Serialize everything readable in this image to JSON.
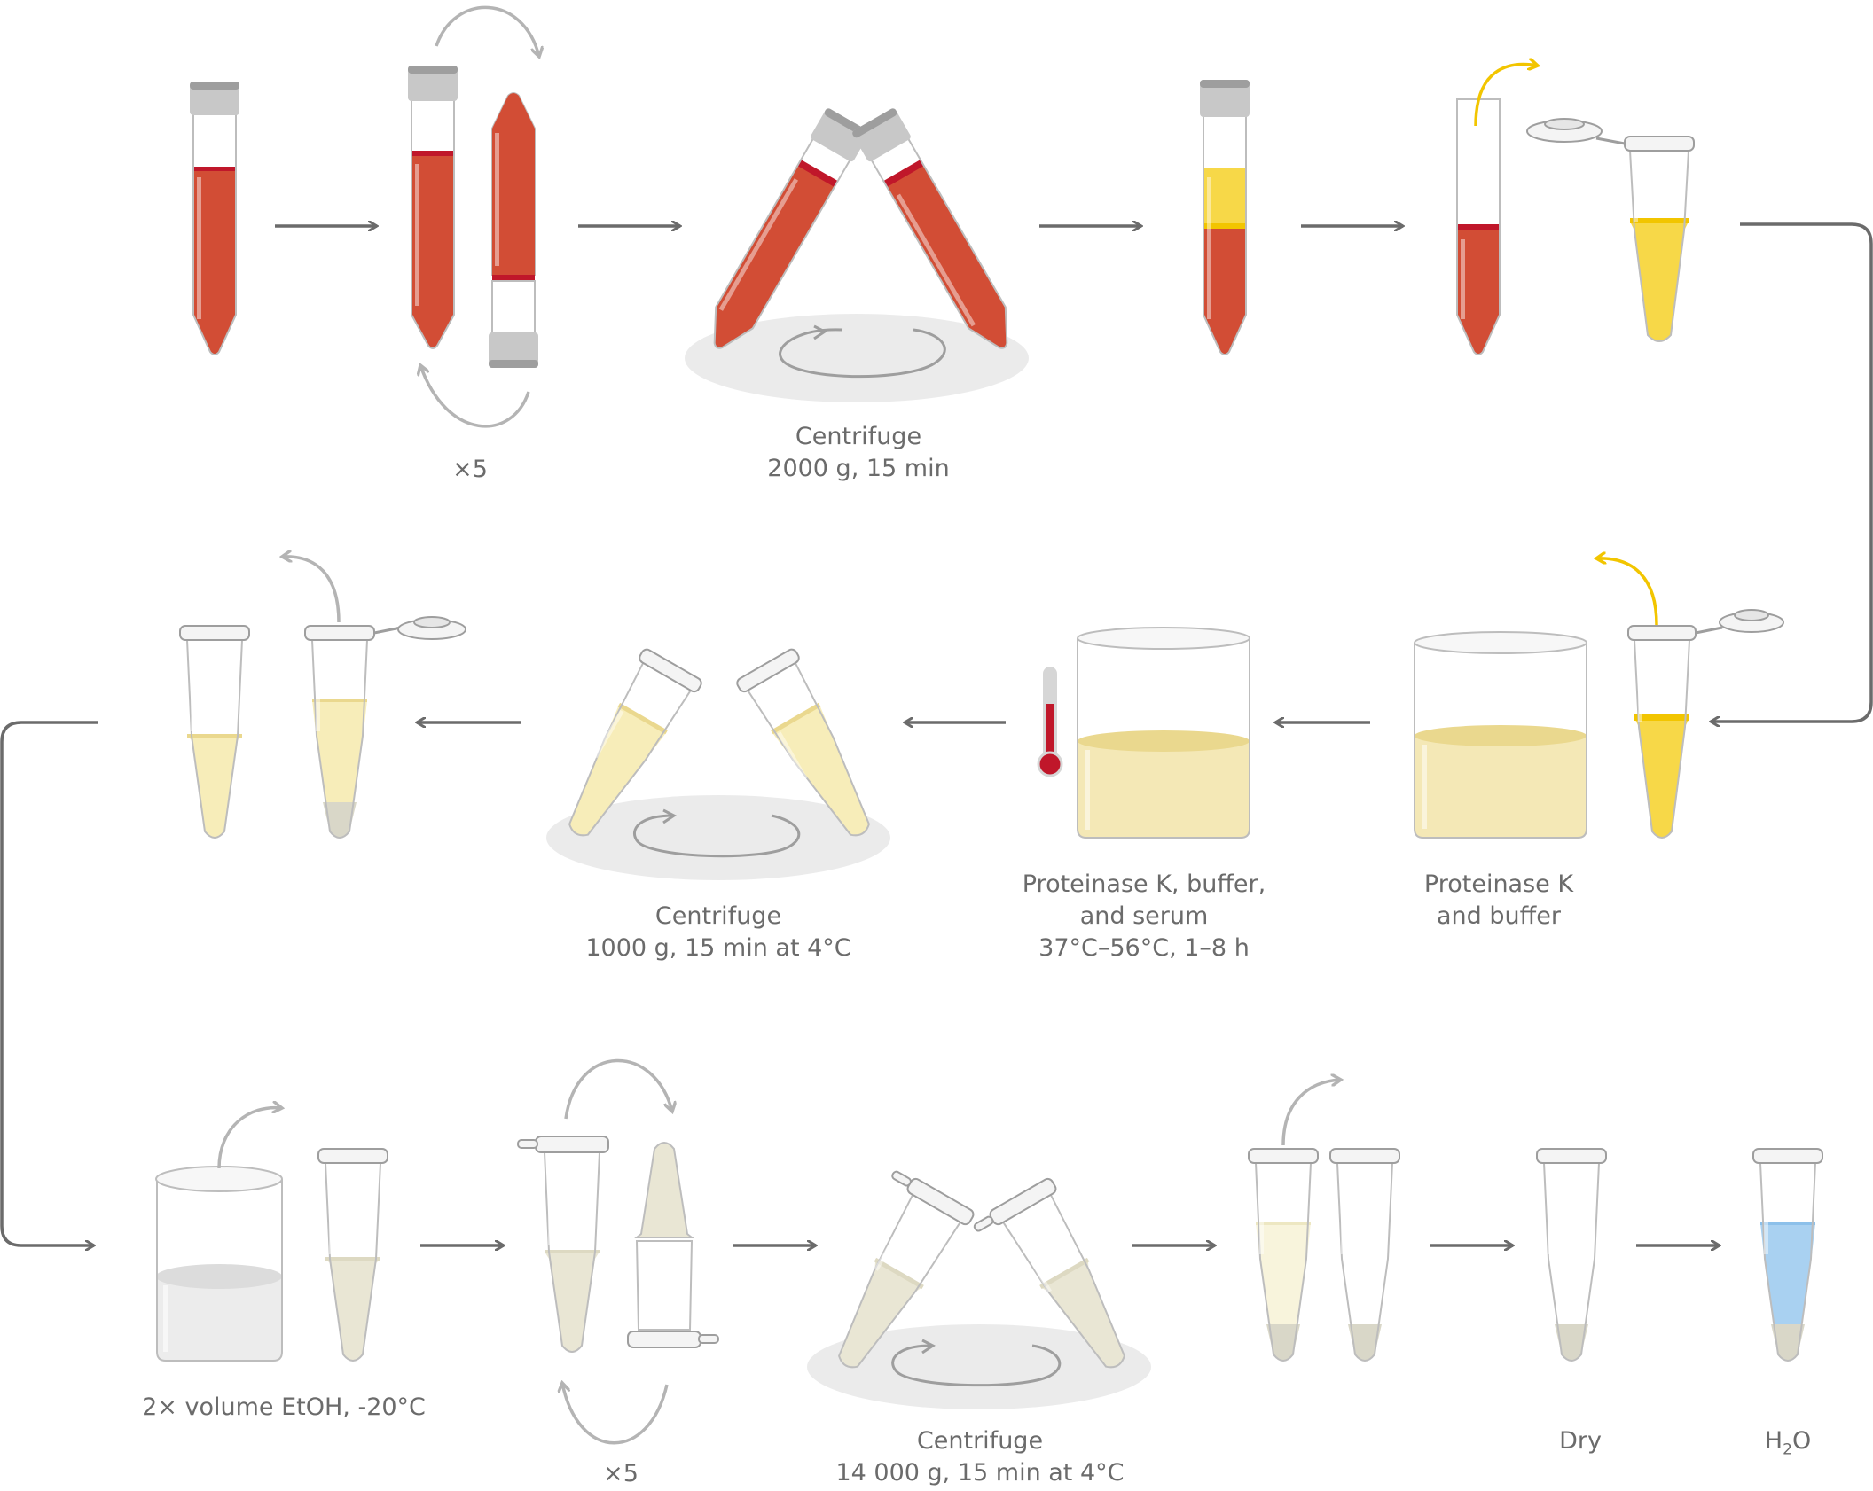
{
  "diagram": {
    "row1": {
      "mix_label": "×5",
      "centrifuge_label": [
        "Centrifuge",
        "2000 g, 15 min"
      ]
    },
    "row2": {
      "proteinase_label": [
        "Proteinase K",
        "and buffer"
      ],
      "incubation_label": [
        "Proteinase K, buffer,",
        "and serum",
        "37°C–56°C, 1–8 h"
      ],
      "centrifuge_label": [
        "Centrifuge",
        "1000 g, 15 min at 4°C"
      ]
    },
    "row3": {
      "ethanol_label": "2× volume EtOH, -20°C",
      "mix_label": "×5",
      "centrifuge_label": [
        "Centrifuge",
        "14 000 g, 15 min at 4°C"
      ],
      "dry_label": "Dry",
      "water_label_main": "H",
      "water_label_sub": "2",
      "water_label_end": "O"
    }
  },
  "colors": {
    "blood": "#d24d35",
    "blood_dark": "#c0172a",
    "serum_yellow": "#f7d848",
    "pale_yellow": "#f7edb9",
    "pellet": "#d9d7c8",
    "water_blue": "#a9d1f1",
    "cap_gray": "#c8c8c8",
    "arrow_gray": "#6b6b6b",
    "rotate_gray": "#b4b4b4",
    "accent_yellow": "#f2c500"
  }
}
